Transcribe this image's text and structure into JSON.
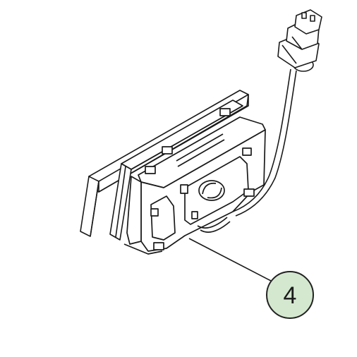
{
  "callout": {
    "label": "4",
    "fill": "#d4e8cf",
    "stroke": "#222222"
  },
  "line_color": "#1a1a1a",
  "icons": [
    "connector-plug",
    "cable",
    "mounting-bracket",
    "back-plate"
  ]
}
